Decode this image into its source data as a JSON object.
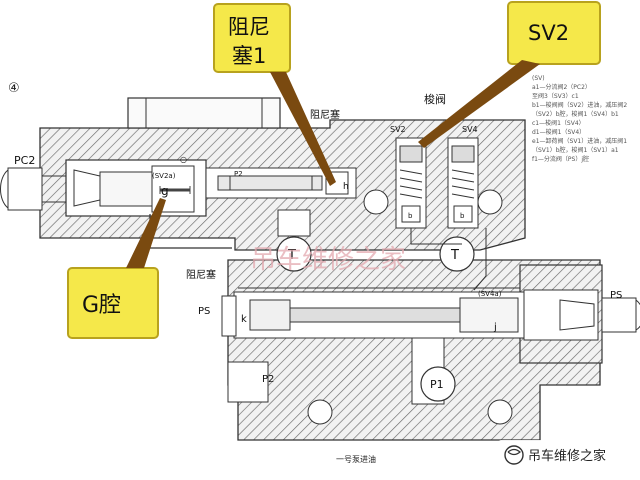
{
  "figure": {
    "circle_number": "④",
    "callouts": {
      "damper1": "阻尼塞1",
      "sv2": "SV2",
      "g_chamber": "G腔"
    },
    "labels": {
      "pc2": "PC2",
      "ps_left": "PS",
      "ps_right": "PS",
      "p1": "P1",
      "p2_bottom": "P2",
      "p2_inner": "P2",
      "t_left": "T",
      "t_right": "T",
      "k": "k",
      "j": "j",
      "g": "g",
      "h": "h",
      "b": "b",
      "sv2_valve": "SV2",
      "sv4_valve": "SV4",
      "sv2a": "(SV2a)",
      "sv4a": "(SV4a)",
      "check_valve": "梭阀",
      "damper_top": "阻尼塞",
      "damper_mid": "阻尼塞",
      "bottom_caption": "一号泵进油"
    },
    "side_notes": [
      "(SV)",
      "a1—分流阀2（PC2）",
      "  至阀3（SV3）c1",
      "b1—梭阀阀（SV2）进油，减压阀2",
      "  （SV2）b腔，梭阀1（SV4）b1",
      "c1—梭阀1（SV4）",
      "d1—梭阀1（SV4）",
      "e1—卸荷阀（SV1）进油，减压阀1",
      "  （SV1）b腔，梭阀1（SV1）a1",
      "f1—分流阀（PS）j腔"
    ],
    "watermark": "吊车维修之家",
    "badge": "吊车维修之家"
  },
  "colors": {
    "callout_fill": "#f5e84a",
    "callout_border": "#b8a21e",
    "arrow_brown": "#7a4a10",
    "hatch": "#555555",
    "watermark": "#e3a9b0"
  }
}
